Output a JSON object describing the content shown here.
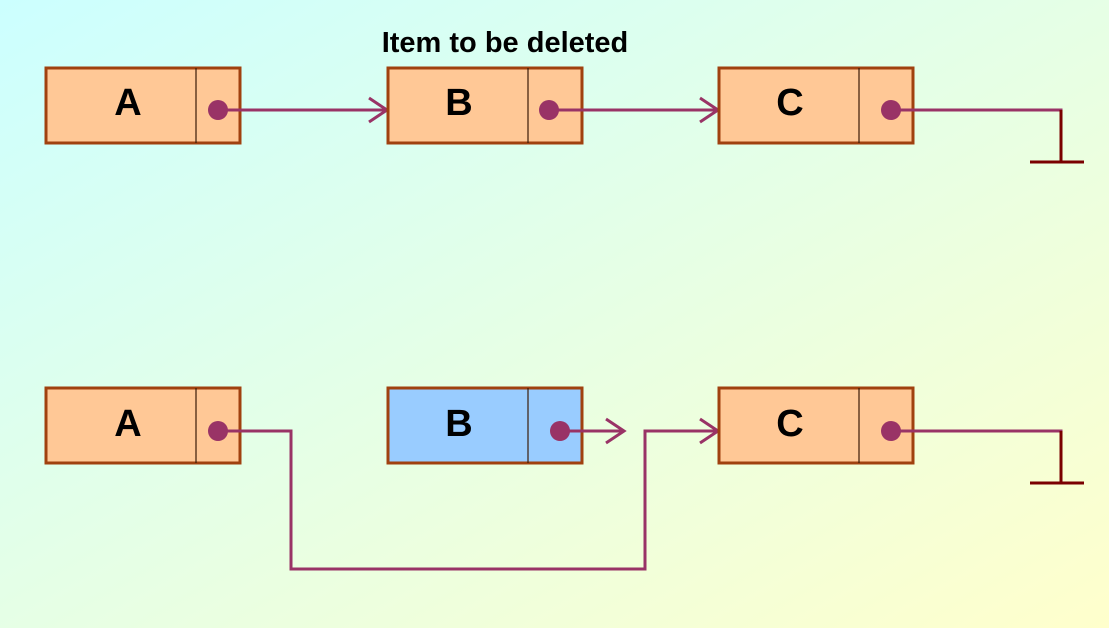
{
  "caption": "Item to be deleted",
  "colors": {
    "node_fill": "#ffc896",
    "deleted_fill": "#99ccff",
    "border": "#a0410f",
    "pointer": "#993366",
    "null_terminator": "#7a0000",
    "background_start": "#ccffff",
    "background_end": "#ffffcc"
  },
  "before": {
    "nodes": [
      {
        "label": "A",
        "state": "normal"
      },
      {
        "label": "B",
        "state": "normal"
      },
      {
        "label": "C",
        "state": "normal"
      }
    ],
    "links": [
      "A -> B",
      "B -> C",
      "C -> null"
    ]
  },
  "after": {
    "nodes": [
      {
        "label": "A",
        "state": "normal"
      },
      {
        "label": "B",
        "state": "deleted"
      },
      {
        "label": "C",
        "state": "normal"
      }
    ],
    "links": [
      "A -> C",
      "B -> dangling",
      "C -> null"
    ]
  }
}
